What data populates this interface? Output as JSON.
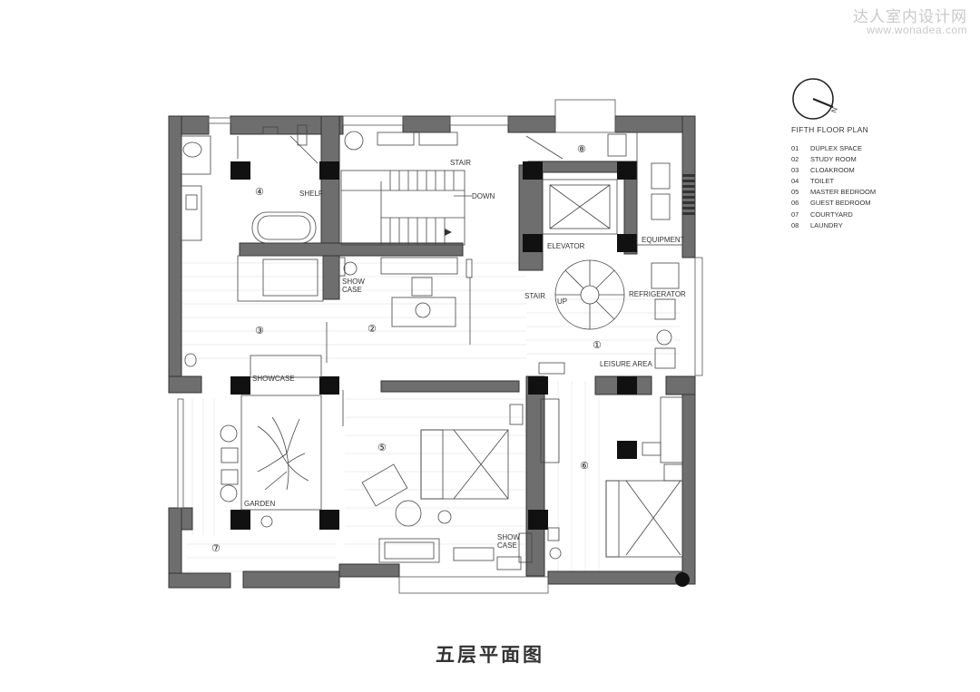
{
  "watermark": {
    "cn": "达人室内设计网",
    "url": "www.wonadea.com"
  },
  "compass": {
    "letter": "N"
  },
  "legend": {
    "title": "FIFTH FLOOR PLAN",
    "items": [
      {
        "num": "01",
        "label": "DUPLEX SPACE"
      },
      {
        "num": "02",
        "label": "STUDY ROOM"
      },
      {
        "num": "03",
        "label": "CLOAKROOM"
      },
      {
        "num": "04",
        "label": "TOILET"
      },
      {
        "num": "05",
        "label": "MASTER BEDROOM"
      },
      {
        "num": "06",
        "label": "GUEST BEDROOM"
      },
      {
        "num": "07",
        "label": "COURTYARD"
      },
      {
        "num": "08",
        "label": "LAUNDRY"
      }
    ]
  },
  "labels": {
    "shelf": "SHELF",
    "stair_top": "STAIR",
    "down": "DOWN",
    "elevator": "ELEVATOR",
    "equipment": "EQUIPMENT",
    "show_case_1a": "SHOW",
    "show_case_1b": "CASE",
    "stair": "STAIR",
    "up": "UP",
    "refrigerator": "REFRIGERATOR",
    "leisure_area": "LEISURE AREA",
    "showcase": "SHOWCASE",
    "garden": "GARDEN",
    "show_case_2a": "SHOW",
    "show_case_2b": "CASE"
  },
  "room_numbers": {
    "r1": "①",
    "r2": "②",
    "r3": "③",
    "r4": "④",
    "r5": "⑤",
    "r6": "⑥",
    "r7": "⑦",
    "r8": "⑧"
  },
  "caption": "五层平面图"
}
